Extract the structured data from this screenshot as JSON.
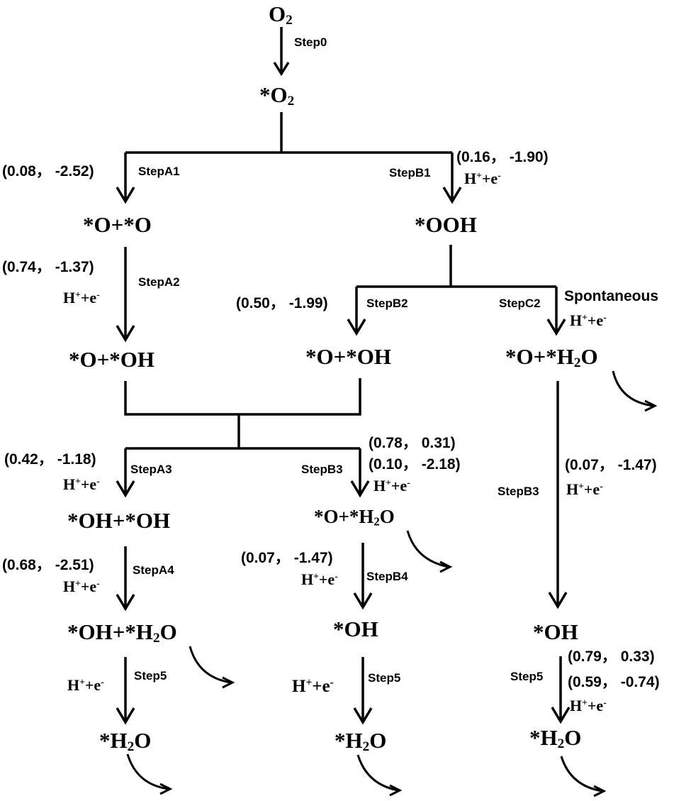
{
  "species": {
    "o2": {
      "main": "O",
      "sub": "2"
    },
    "ads_o2": {
      "main": "*O",
      "sub": "2"
    },
    "o_o": "*O+*O",
    "ooh": "*OOH",
    "a_o_oh": "*O+*OH",
    "b_o_oh": "*O+*OH",
    "c_o_h2o": {
      "pre": "*O+*H",
      "sub": "2",
      "post": "O"
    },
    "oh_oh": "*OH+*OH",
    "b3_o_h2o": {
      "pre": "*O+*H",
      "sub": "2",
      "post": "O"
    },
    "oh_h2o": {
      "pre": "*OH+*H",
      "sub": "2",
      "post": "O"
    },
    "oh_mid": "*OH",
    "oh_right": "*OH",
    "h2o_left": {
      "pre": "*H",
      "sub": "2",
      "post": "O"
    },
    "h2o_mid": {
      "pre": "*H",
      "sub": "2",
      "post": "O"
    },
    "h2o_right": {
      "pre": "*H",
      "sub": "2",
      "post": "O"
    }
  },
  "steps": {
    "step0": "Step0",
    "a1": "StepA1",
    "b1": "StepB1",
    "a2": "StepA2",
    "b2": "StepB2",
    "c2": "StepC2",
    "a3": "StepA3",
    "b3_mid": "StepB3",
    "b3_right": "StepB3",
    "a4": "StepA4",
    "b4": "StepB4",
    "step5_left": "Step5",
    "step5_mid": "Step5",
    "step5_right": "Step5"
  },
  "values": {
    "a1": "(0.08， -2.52)",
    "b1": "(0.16， -1.90)",
    "a2": "(0.74， -1.37)",
    "b2": "(0.50， -1.99)",
    "a3": "(0.42， -1.18)",
    "b3_1": "(0.78， 0.31)",
    "b3_2": "(0.10， -2.18)",
    "c3": "(0.07， -1.47)",
    "a4": "(0.68， -2.51)",
    "b4": "(0.07， -1.47)",
    "c5_1": "(0.79， 0.33)",
    "c5_2": "(0.59， -0.74)"
  },
  "proton": {
    "h": "H",
    "plus": "+",
    "mid": "+e",
    "minus": "-"
  },
  "spontaneous": "Spontaneous"
}
